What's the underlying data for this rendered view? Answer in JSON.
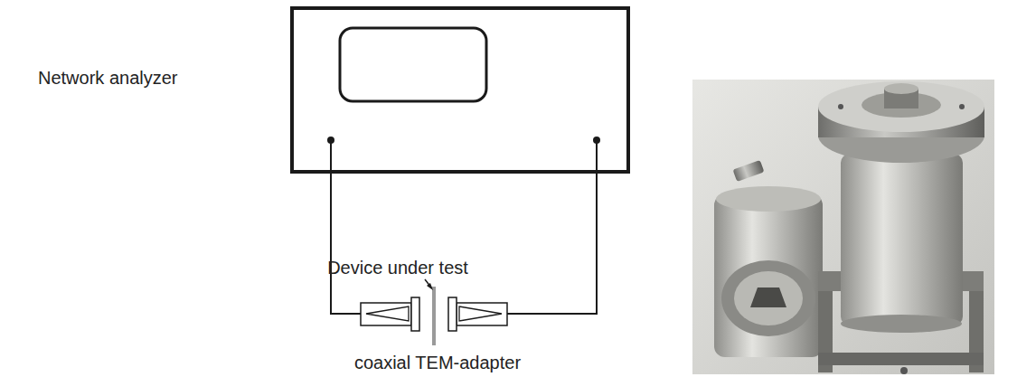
{
  "diagram": {
    "labels": [
      "Network analyzer",
      "Device under test",
      "coaxial TEM-adapter"
    ]
  }
}
